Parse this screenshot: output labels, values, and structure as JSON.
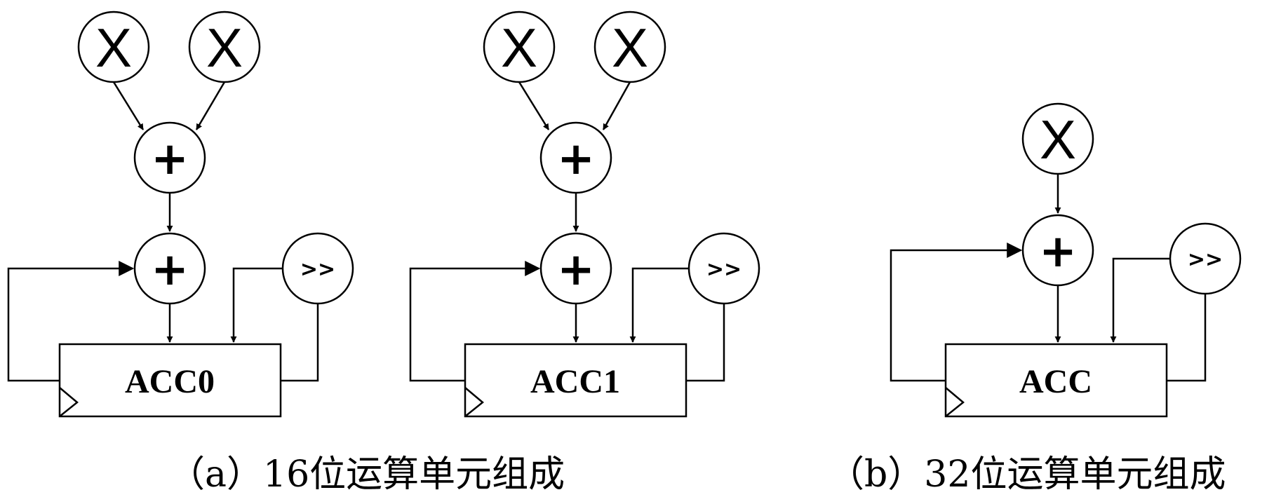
{
  "colors": {
    "stroke": "#000000",
    "background": "#ffffff"
  },
  "symbols": {
    "multiply": "X",
    "add": "+",
    "shift": ">>"
  },
  "panel_a": {
    "unit0": {
      "register_label": "ACC0"
    },
    "unit1": {
      "register_label": "ACC1"
    },
    "caption": "（a）16位运算单元组成"
  },
  "panel_b": {
    "register_label": "ACC",
    "caption": "（b）32位运算单元组成"
  }
}
